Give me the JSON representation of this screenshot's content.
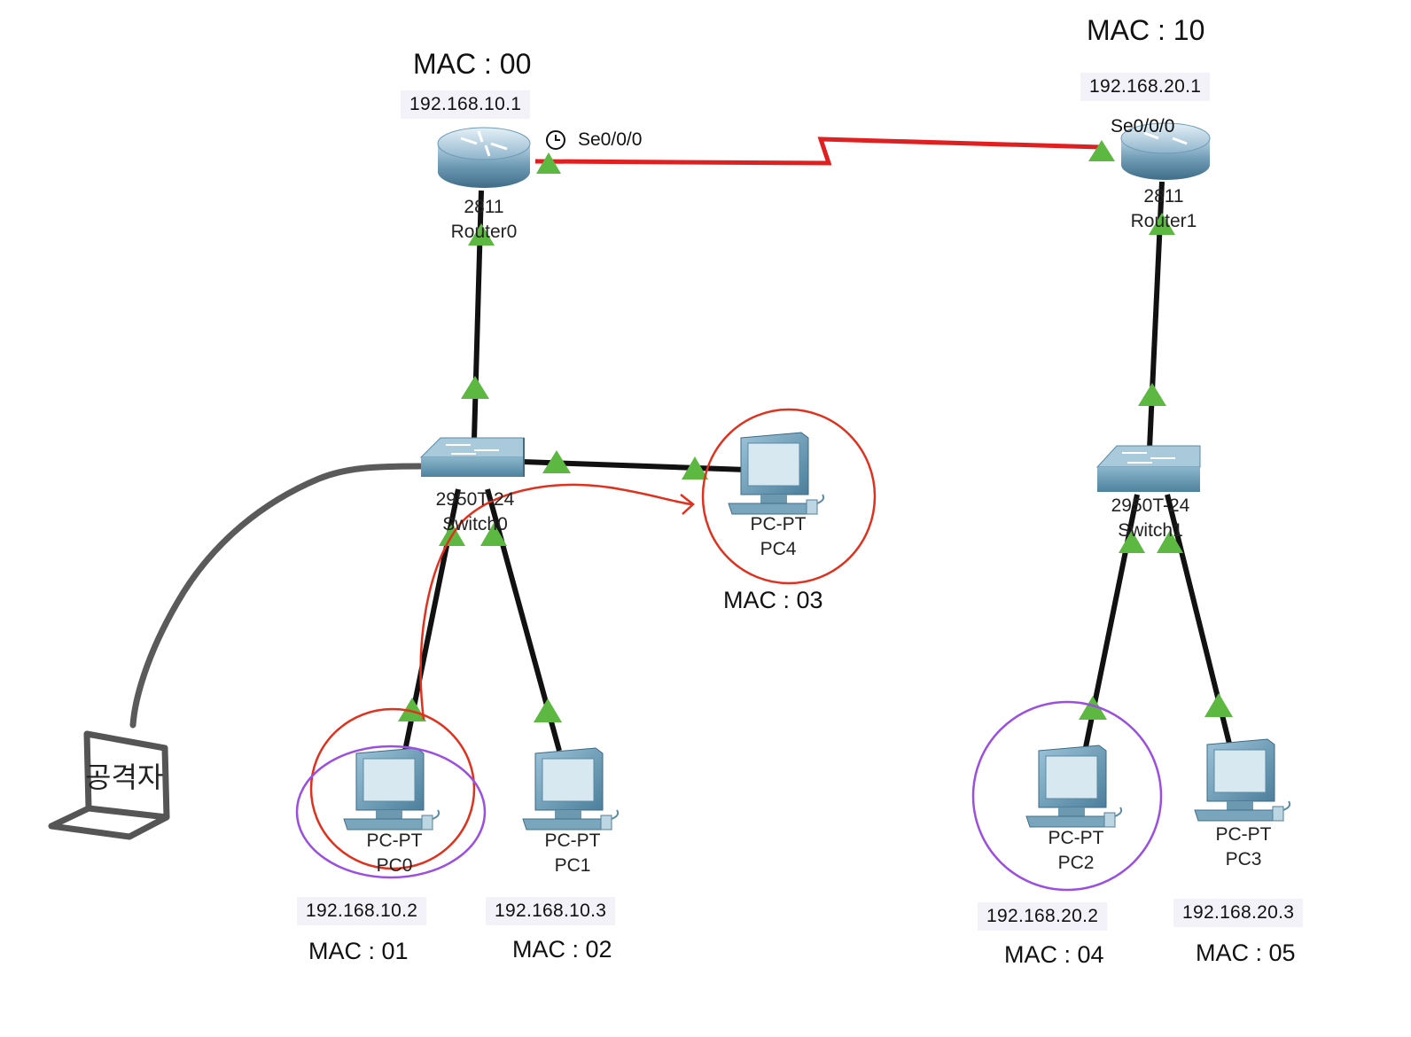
{
  "routers": [
    {
      "id": "router0",
      "model": "2811",
      "name": "Router0",
      "ip": "192.168.10.1",
      "mac": "MAC : 00",
      "port": "Se0/0/0"
    },
    {
      "id": "router1",
      "model": "2811",
      "name": "Router1",
      "ip": "192.168.20.1",
      "mac": "MAC : 10",
      "port": "Se0/0/0"
    }
  ],
  "switches": [
    {
      "id": "switch0",
      "model": "2950T-24",
      "name": "Switch0"
    },
    {
      "id": "switch1",
      "model": "2950T-24",
      "name": "Switch1"
    }
  ],
  "pcs": [
    {
      "id": "pc0",
      "type": "PC-PT",
      "name": "PC0",
      "ip": "192.168.10.2",
      "mac": "MAC : 01"
    },
    {
      "id": "pc1",
      "type": "PC-PT",
      "name": "PC1",
      "ip": "192.168.10.3",
      "mac": "MAC : 02"
    },
    {
      "id": "pc4",
      "type": "PC-PT",
      "name": "PC4",
      "mac": "MAC : 03"
    },
    {
      "id": "pc2",
      "type": "PC-PT",
      "name": "PC2",
      "ip": "192.168.20.2",
      "mac": "MAC : 04"
    },
    {
      "id": "pc3",
      "type": "PC-PT",
      "name": "PC3",
      "ip": "192.168.20.3",
      "mac": "MAC : 05"
    }
  ],
  "attacker": {
    "label": "공격자"
  },
  "colors": {
    "serial_link": "#e02020",
    "ethernet_link": "#111111",
    "port_status": "#5cb840",
    "annotation_red": "#e0301e",
    "annotation_purple": "#9b4fe0",
    "attacker_cable": "#555555"
  }
}
